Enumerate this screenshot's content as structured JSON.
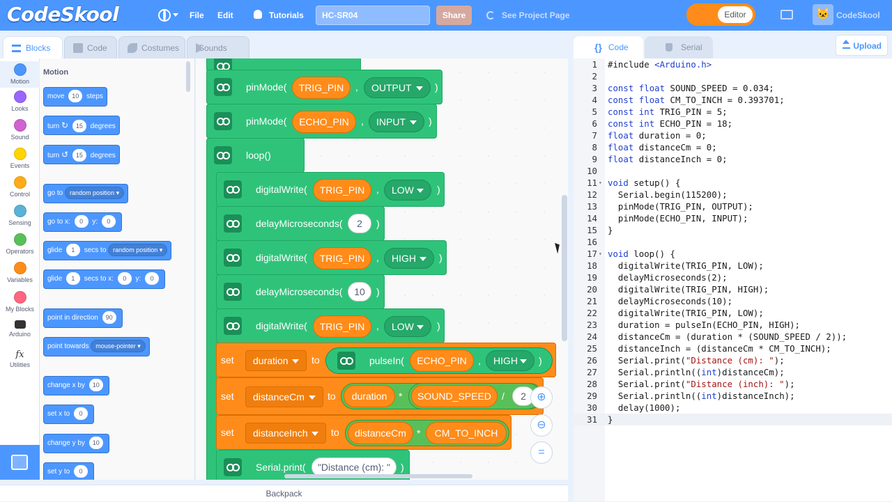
{
  "menubar": {
    "logo": "CodeSkool",
    "items": {
      "file": "File",
      "edit": "Edit",
      "tutorials": "Tutorials"
    },
    "project_title": "HC-SR04",
    "share": "Share",
    "see_project_page": "See Project Page",
    "editor_toggle": "Editor",
    "user_name": "CodeSkool"
  },
  "left_tabs": {
    "blocks": "Blocks",
    "code": "Code",
    "costumes": "Costumes",
    "sounds": "Sounds"
  },
  "categories": [
    {
      "label": "Motion",
      "color": "#4c97ff"
    },
    {
      "label": "Looks",
      "color": "#9966ff"
    },
    {
      "label": "Sound",
      "color": "#cf63cf"
    },
    {
      "label": "Events",
      "color": "#ffd500"
    },
    {
      "label": "Control",
      "color": "#ffab19"
    },
    {
      "label": "Sensing",
      "color": "#5cb1d6"
    },
    {
      "label": "Operators",
      "color": "#59c059"
    },
    {
      "label": "Variables",
      "color": "#ff8c1a"
    },
    {
      "label": "My Blocks",
      "color": "#ff6680"
    },
    {
      "label": "Arduino",
      "icon": "infinity-icon"
    },
    {
      "label": "Utilities",
      "icon": "fx-icon"
    }
  ],
  "palette": {
    "title": "Motion",
    "move": {
      "a": "move",
      "n": "10",
      "b": "steps"
    },
    "turn_right": {
      "a": "turn",
      "n": "15",
      "b": "degrees"
    },
    "turn_left": {
      "a": "turn",
      "n": "15",
      "b": "degrees"
    },
    "goto": {
      "a": "go to",
      "dd": "random position"
    },
    "goto_xy": {
      "a": "go to x:",
      "x": "0",
      "y_label": "y:",
      "y": "0"
    },
    "glide_to": {
      "a": "glide",
      "n": "1",
      "b": "secs to",
      "dd": "random position"
    },
    "glide_xy": {
      "a": "glide",
      "n": "1",
      "b": "secs to x:",
      "x": "0",
      "y_label": "y:",
      "y": "0"
    },
    "point_dir": {
      "a": "point in direction",
      "n": "90"
    },
    "point_towards": {
      "a": "point towards",
      "dd": "mouse-pointer"
    },
    "change_x": {
      "a": "change x by",
      "n": "10"
    },
    "set_x": {
      "a": "set x to",
      "n": "0"
    },
    "change_y": {
      "a": "change y by",
      "n": "10"
    },
    "set_y": {
      "a": "set y to",
      "n": "0"
    }
  },
  "workspace": {
    "pinmode1": {
      "fn": "pinMode(",
      "pin": "TRIG_PIN",
      "comma": ",",
      "mode": "OUTPUT",
      "close": ")"
    },
    "pinmode2": {
      "fn": "pinMode(",
      "pin": "ECHO_PIN",
      "comma": ",",
      "mode": "INPUT",
      "close": ")"
    },
    "loop": "loop()",
    "dw1": {
      "fn": "digitalWrite(",
      "pin": "TRIG_PIN",
      "comma": ",",
      "val": "LOW",
      "close": ")"
    },
    "delay1": {
      "fn": "delayMicroseconds(",
      "val": "2",
      "close": ")"
    },
    "dw2": {
      "fn": "digitalWrite(",
      "pin": "TRIG_PIN",
      "comma": ",",
      "val": "HIGH",
      "close": ")"
    },
    "delay2": {
      "fn": "delayMicroseconds(",
      "val": "10",
      "close": ")"
    },
    "dw3": {
      "fn": "digitalWrite(",
      "pin": "TRIG_PIN",
      "comma": ",",
      "val": "LOW",
      "close": ")"
    },
    "set1": {
      "set": "set",
      "var": "duration",
      "to": "to",
      "fn": "pulseIn(",
      "pin": "ECHO_PIN",
      "comma": ",",
      "val": "HIGH",
      "close": ")"
    },
    "set2": {
      "set": "set",
      "var": "distanceCm",
      "to": "to",
      "a": "duration",
      "op1": "*",
      "b": "SOUND_SPEED",
      "op2": "/",
      "c": "2"
    },
    "set3": {
      "set": "set",
      "var": "distanceInch",
      "to": "to",
      "a": "distanceCm",
      "op": "*",
      "b": "CM_TO_INCH"
    },
    "print1": {
      "fn": "Serial.print(",
      "val": "\"Distance (cm): \"",
      "close": ")"
    },
    "backpack": "Backpack"
  },
  "right_tabs": {
    "code": "Code",
    "serial": "Serial",
    "upload": "Upload"
  },
  "code_lines": [
    "#include <Arduino.h>",
    "",
    "const float SOUND_SPEED = 0.034;",
    "const float CM_TO_INCH = 0.393701;",
    "const int TRIG_PIN = 5;",
    "const int ECHO_PIN = 18;",
    "float duration = 0;",
    "float distanceCm = 0;",
    "float distanceInch = 0;",
    "",
    "void setup() {",
    "  Serial.begin(115200);",
    "  pinMode(TRIG_PIN, OUTPUT);",
    "  pinMode(ECHO_PIN, INPUT);",
    "}",
    "",
    "void loop() {",
    "  digitalWrite(TRIG_PIN, LOW);",
    "  delayMicroseconds(2);",
    "  digitalWrite(TRIG_PIN, HIGH);",
    "  delayMicroseconds(10);",
    "  digitalWrite(TRIG_PIN, LOW);",
    "  duration = pulseIn(ECHO_PIN, HIGH);",
    "  distanceCm = (duration * (SOUND_SPEED / 2));",
    "  distanceInch = (distanceCm * CM_TO_INCH);",
    "  Serial.print(\"Distance (cm): \");",
    "  Serial.println((int)distanceCm);",
    "  Serial.print(\"Distance (inch): \");",
    "  Serial.println((int)distanceInch);",
    "  delay(1000);",
    "}"
  ],
  "colors": {
    "accent": "#4c97ff",
    "arduino_green": "#2fc37a",
    "variables_orange": "#ff8c1a"
  }
}
